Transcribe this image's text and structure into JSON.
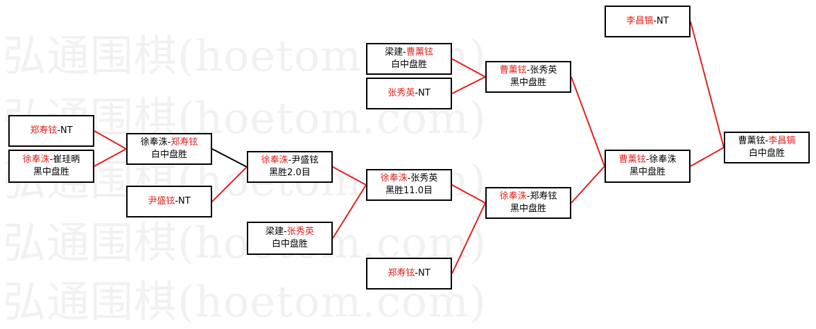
{
  "colors": {
    "winner": "#e0201c",
    "text": "#000000",
    "link_red": "#e41e1e",
    "link_black": "#000000",
    "watermark": "#f1f1f1"
  },
  "watermark": {
    "text": "弘通围棋(hoetom.com)"
  },
  "nodes": {
    "r1_zheng_nt": {
      "l1": [
        {
          "t": "郑寿铉",
          "c": "red"
        },
        {
          "t": "-NT",
          "c": "blk"
        }
      ]
    },
    "r1_xu_cui": {
      "l1": [
        {
          "t": "徐奉洙",
          "c": "red"
        },
        {
          "t": "-崔珪昞",
          "c": "blk"
        }
      ],
      "l2": "黑中盘胜"
    },
    "r1_yin_nt": {
      "l1": [
        {
          "t": "尹盛铉",
          "c": "red"
        },
        {
          "t": "-NT",
          "c": "blk"
        }
      ]
    },
    "r2_xu_zheng": {
      "l1": [
        {
          "t": "徐奉洙-",
          "c": "blk"
        },
        {
          "t": "郑寿铉",
          "c": "red"
        }
      ],
      "l2": "白中盘胜"
    },
    "r3_xu_yin": {
      "l1": [
        {
          "t": "徐奉洙",
          "c": "red"
        },
        {
          "t": "-尹盛铉",
          "c": "blk"
        }
      ],
      "l2": "黑胜2.0目"
    },
    "r3_liang_zhang": {
      "l1": [
        {
          "t": "梁建-",
          "c": "blk"
        },
        {
          "t": "张秀英",
          "c": "red"
        }
      ],
      "l2": "白中盘胜"
    },
    "r4_xu_zhang": {
      "l1": [
        {
          "t": "徐奉洙",
          "c": "red"
        },
        {
          "t": "-张秀英",
          "c": "blk"
        }
      ],
      "l2": "黑胜11.0目"
    },
    "r4_zheng_nt": {
      "l1": [
        {
          "t": "郑寿铉",
          "c": "red"
        },
        {
          "t": "-NT",
          "c": "blk"
        }
      ]
    },
    "r5_xu_zheng": {
      "l1": [
        {
          "t": "徐奉洙",
          "c": "red"
        },
        {
          "t": "-郑寿铉",
          "c": "blk"
        }
      ],
      "l2": "黑中盘胜"
    },
    "r4_liang_cao": {
      "l1": [
        {
          "t": "梁建-",
          "c": "blk"
        },
        {
          "t": "曹薰铉",
          "c": "red"
        }
      ],
      "l2": "白中盘胜"
    },
    "r4_zhang_nt": {
      "l1": [
        {
          "t": "张秀英",
          "c": "red"
        },
        {
          "t": "-NT",
          "c": "blk"
        }
      ]
    },
    "r5_cao_zhang": {
      "l1": [
        {
          "t": "曹薰铉",
          "c": "red"
        },
        {
          "t": "-张秀英",
          "c": "blk"
        }
      ],
      "l2": "黑中盘胜"
    },
    "r6_cao_xu": {
      "l1": [
        {
          "t": "曹薰铉",
          "c": "red"
        },
        {
          "t": "-徐奉洙",
          "c": "blk"
        }
      ],
      "l2": "黑中盘胜"
    },
    "r6_li_nt": {
      "l1": [
        {
          "t": "李昌镐",
          "c": "red"
        },
        {
          "t": "-NT",
          "c": "blk"
        }
      ]
    },
    "r7_final": {
      "l1": [
        {
          "t": "曹薰铉-",
          "c": "blk"
        },
        {
          "t": "李昌镐",
          "c": "red"
        }
      ],
      "l2": "白中盘胜"
    }
  },
  "edges": [
    {
      "from": "r1_zheng_nt",
      "to": "r2_xu_zheng",
      "color": "red"
    },
    {
      "from": "r1_xu_cui",
      "to": "r2_xu_zheng",
      "color": "red"
    },
    {
      "from": "r2_xu_zheng",
      "to": "r3_xu_yin",
      "color": "black"
    },
    {
      "from": "r1_yin_nt",
      "to": "r3_xu_yin",
      "color": "red"
    },
    {
      "from": "r3_xu_yin",
      "to": "r4_xu_zhang",
      "color": "red"
    },
    {
      "from": "r3_liang_zhang",
      "to": "r4_xu_zhang",
      "color": "red"
    },
    {
      "from": "r4_xu_zhang",
      "to": "r5_xu_zheng",
      "color": "red"
    },
    {
      "from": "r4_zheng_nt",
      "to": "r5_xu_zheng",
      "color": "red"
    },
    {
      "from": "r4_liang_cao",
      "to": "r5_cao_zhang",
      "color": "red"
    },
    {
      "from": "r4_zhang_nt",
      "to": "r5_cao_zhang",
      "color": "red"
    },
    {
      "from": "r5_cao_zhang",
      "to": "r6_cao_xu",
      "color": "red"
    },
    {
      "from": "r5_xu_zheng",
      "to": "r6_cao_xu",
      "color": "red"
    },
    {
      "from": "r6_cao_xu",
      "to": "r7_final",
      "color": "red"
    },
    {
      "from": "r6_li_nt",
      "to": "r7_final",
      "color": "red"
    }
  ]
}
